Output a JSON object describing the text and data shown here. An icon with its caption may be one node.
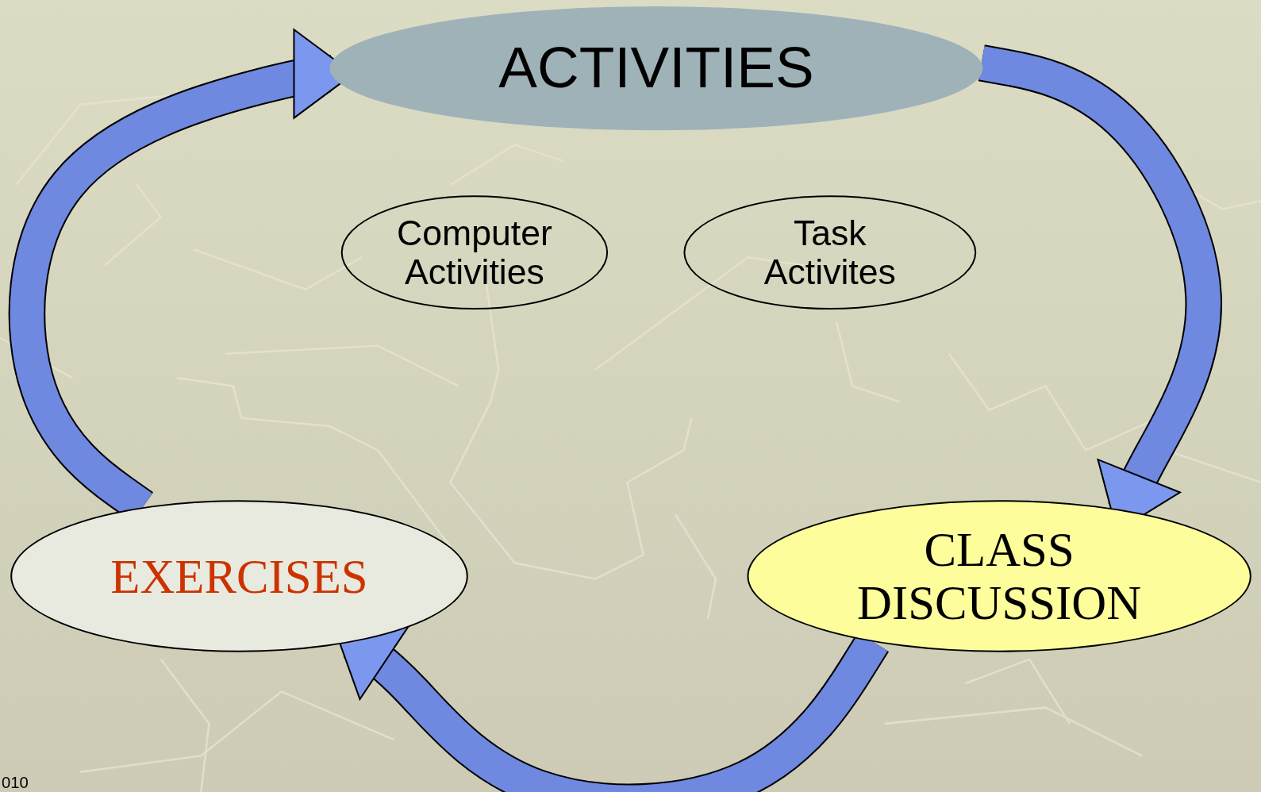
{
  "diagram": {
    "nodes": [
      {
        "text": [
          "ACTIVITIES"
        ]
      },
      {
        "text": [
          "Computer Activities"
        ]
      },
      {
        "text": [
          "Task Activites"
        ]
      },
      {
        "text": [
          "EXERCISES"
        ]
      },
      {
        "text": [
          "CLASS DISCUSSION"
        ]
      }
    ],
    "edges": [
      {
        "from": 3,
        "to": 0,
        "arrow": "to"
      },
      {
        "from": 0,
        "to": 4,
        "arrow": "to"
      },
      {
        "from": 4,
        "to": 3,
        "arrow": "to"
      }
    ],
    "labels": [
      "010"
    ]
  }
}
